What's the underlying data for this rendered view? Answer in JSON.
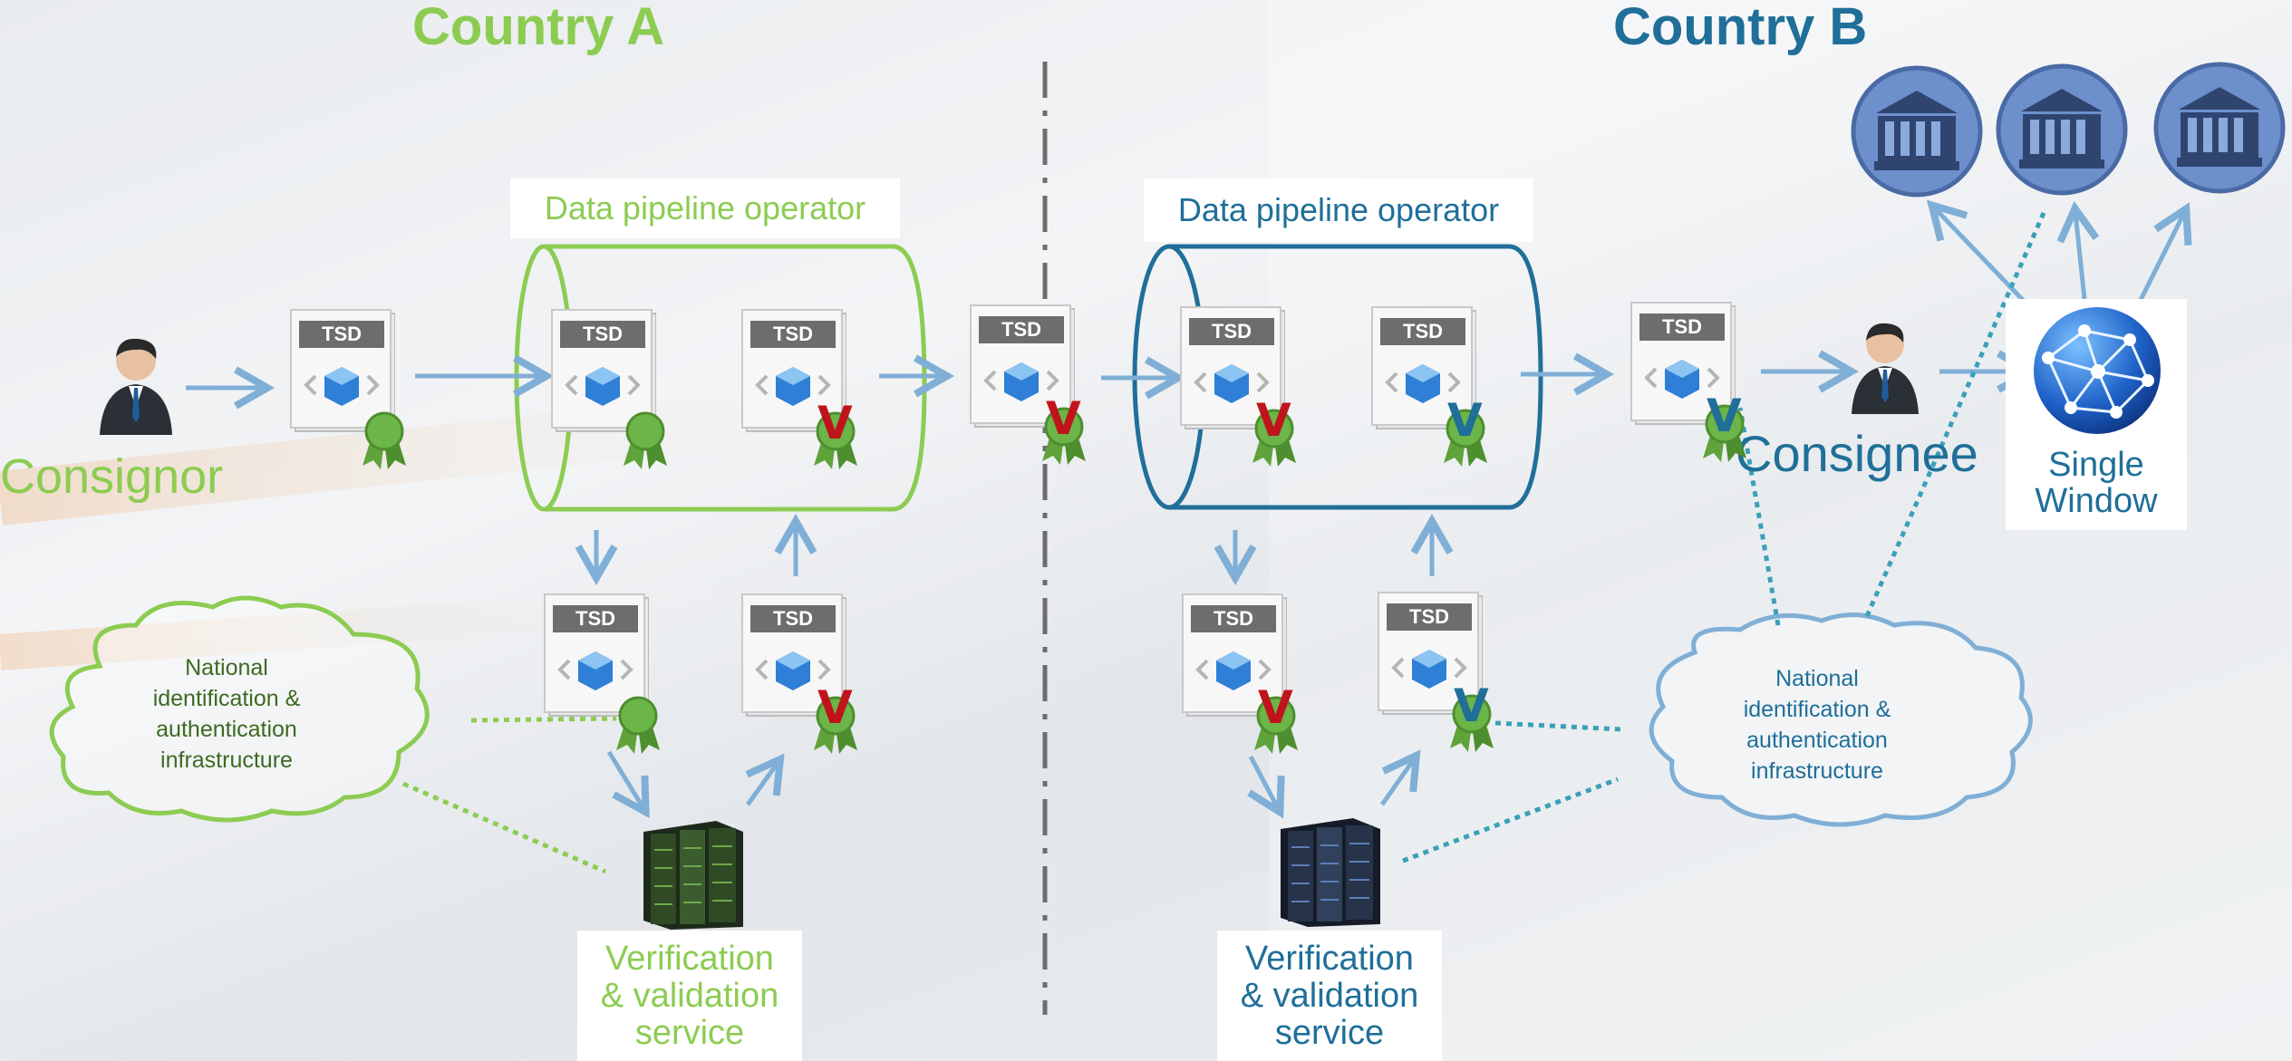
{
  "country_a": {
    "title": "Country A"
  },
  "country_b": {
    "title": "Country B"
  },
  "labels": {
    "consignor": "Consignor",
    "consignee": "Consignee",
    "pipeline_a": "Data pipeline operator",
    "pipeline_b": "Data pipeline operator",
    "single_window_1": "Single",
    "single_window_2": "Window",
    "verification_a": [
      "Verification",
      "& validation",
      "service"
    ],
    "verification_b": [
      "Verification",
      "& validation",
      "service"
    ],
    "national_a": [
      "National",
      "identification &",
      "authentication",
      "infrastructure"
    ],
    "national_b": [
      "National",
      "identification &",
      "authentication",
      "infrastructure"
    ]
  },
  "document": {
    "label": "TSD"
  },
  "marks": {
    "validated": "V"
  },
  "colors": {
    "country_a": "#8ccc52",
    "country_b": "#1f6f99",
    "arrow": "#7fafd6",
    "red_mark": "#c0141c",
    "ribbon": "#5fa33a"
  },
  "icons": [
    "person-icon",
    "document-icon",
    "seal-icon",
    "server-icon",
    "globe-network-icon",
    "government-building-icon",
    "cloud-shape"
  ]
}
